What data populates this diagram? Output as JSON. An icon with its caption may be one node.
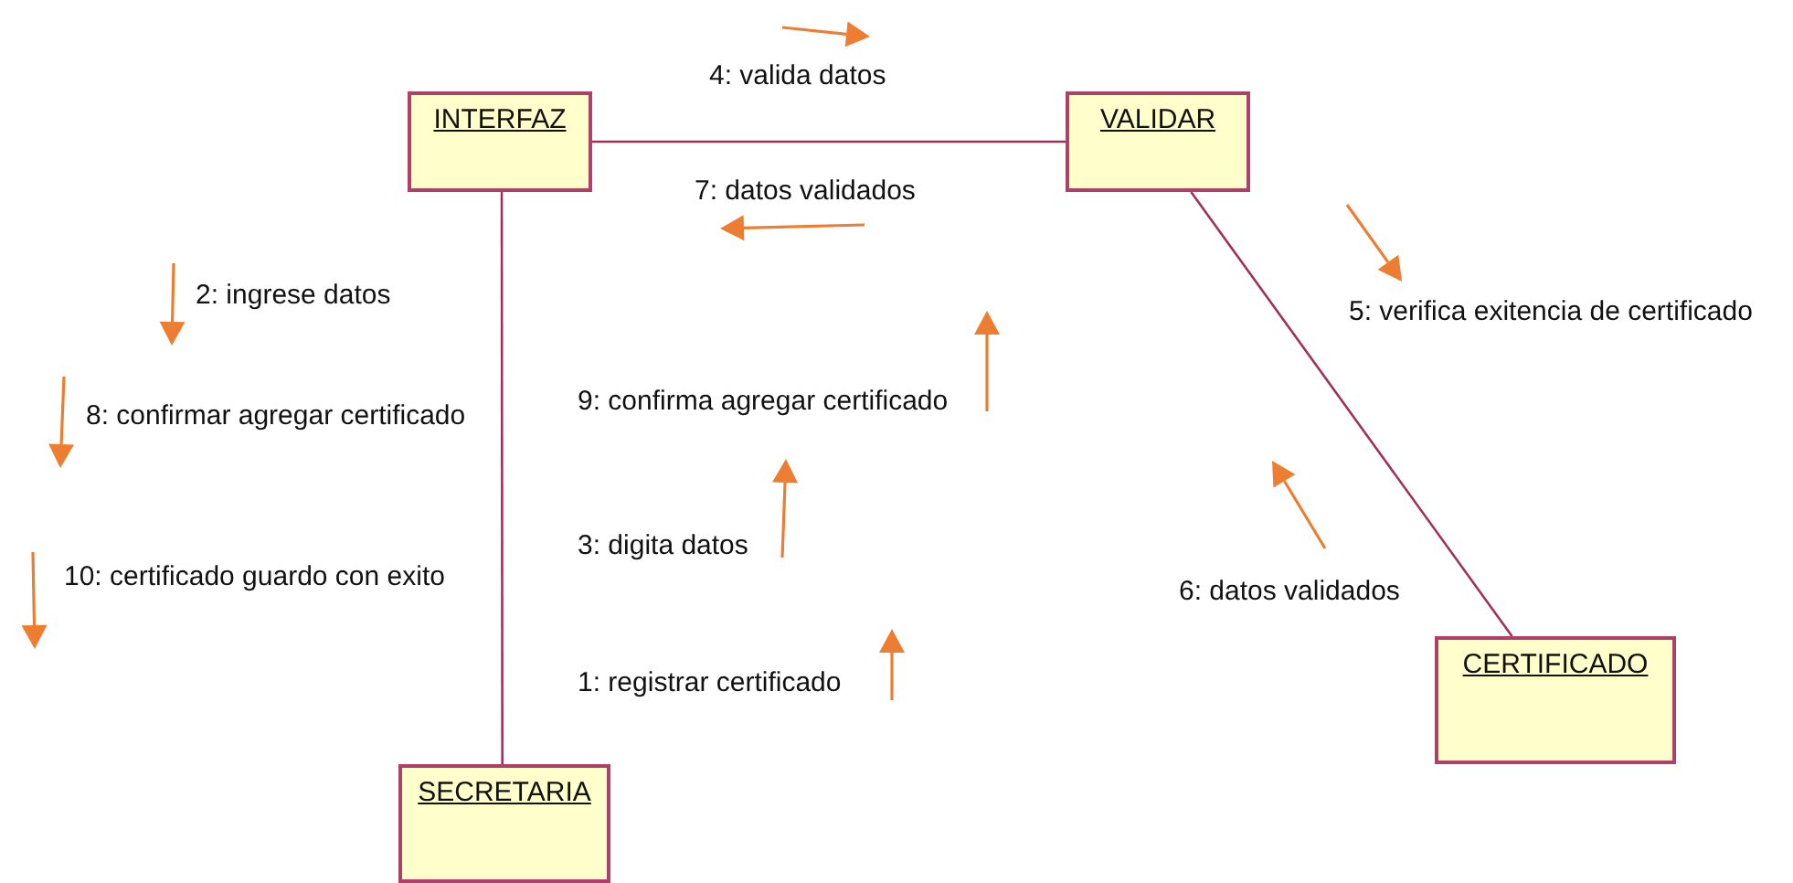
{
  "diagram": {
    "nodes": [
      {
        "text": [
          "INTERFAZ"
        ]
      },
      {
        "text": [
          "VALIDAR"
        ]
      },
      {
        "text": [
          "CERTIFICADO"
        ]
      },
      {
        "text": [
          "SECRETARIA"
        ]
      }
    ],
    "edges": [
      {
        "from": 0,
        "to": 1,
        "arrow": "none"
      },
      {
        "from": 0,
        "to": 3,
        "arrow": "none"
      },
      {
        "from": 1,
        "to": 2,
        "arrow": "none"
      }
    ],
    "labels": [
      "4: valida datos",
      "7: datos validados",
      "2: ingrese datos",
      "5: verifica exitencia de certificado",
      "8: confirmar agregar certificado",
      "9: confirma agregar certificado",
      "3: digita datos",
      "10: certificado guardo con exito",
      "6: datos validados",
      "1: registrar certificado"
    ]
  }
}
